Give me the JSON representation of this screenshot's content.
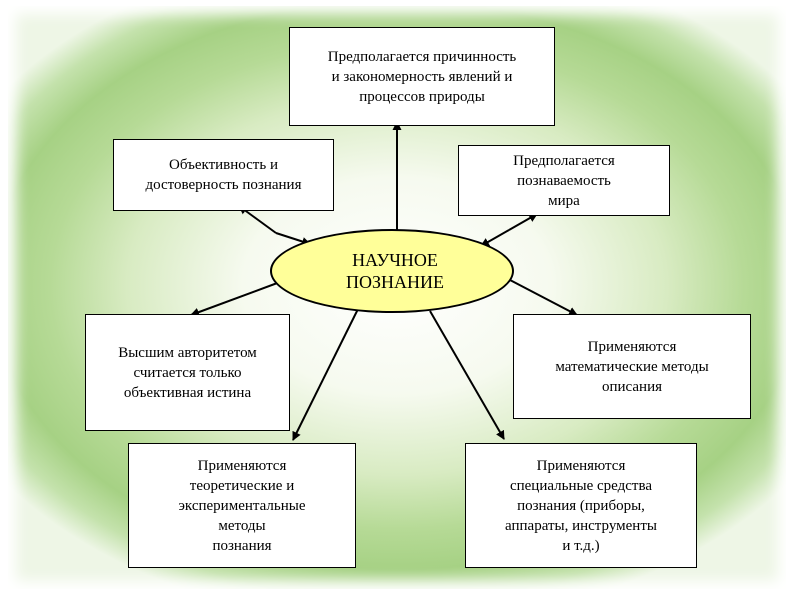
{
  "center": {
    "label": "НАУЧНОЕ\nПОЗНАНИЕ"
  },
  "nodes": {
    "causality": "Предполагается причинность\nи закономерность явлений и\nпроцессов природы",
    "objectivity": "Объективность и\nдостоверность познания",
    "knowability": "Предполагается\nпознаваемость\nмира",
    "authority": "Высшим авторитетом\nсчитается только\nобъективная истина",
    "math_methods": "Применяются\nматематические методы\nописания",
    "theoretical_methods": "Применяются\nтеоретические и\nэкспериментальные\nметоды\nпознания",
    "special_tools": "Применяются\nспециальные средства\nпознания (приборы,\nаппараты, инструменты\nи т.д.)"
  },
  "colors": {
    "ellipse_fill": "#ffff99",
    "background_green": "#a6d184",
    "line": "#000000"
  }
}
